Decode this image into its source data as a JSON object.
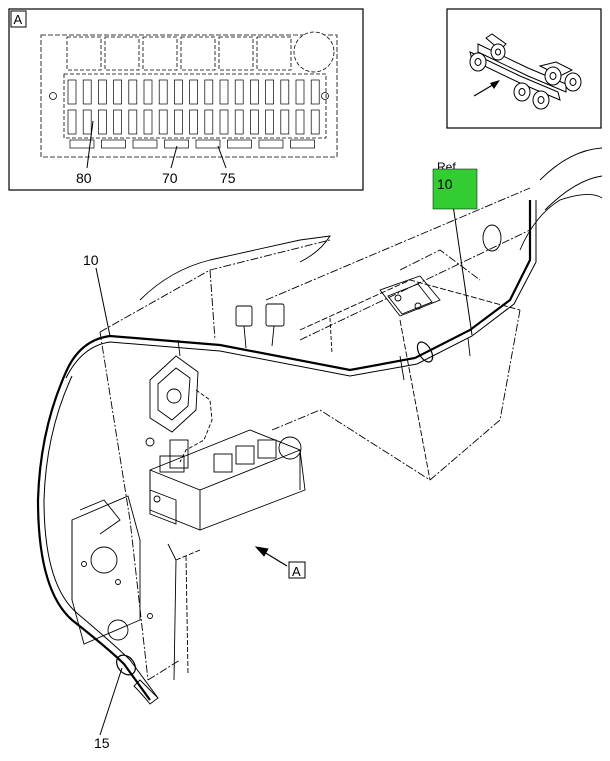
{
  "inset_fuse_panel": {
    "view_label": "A",
    "callouts": [
      "80",
      "70",
      "75"
    ]
  },
  "inset_locator": {},
  "main_view": {
    "callout_10": "10",
    "callout_15": "15",
    "view_ref_label": "A",
    "ref_box": {
      "ref_text": "Ref",
      "ref_number": "10",
      "color": "#33cc33"
    }
  },
  "colors": {
    "line": "#000000",
    "highlight": "#33cc33"
  }
}
